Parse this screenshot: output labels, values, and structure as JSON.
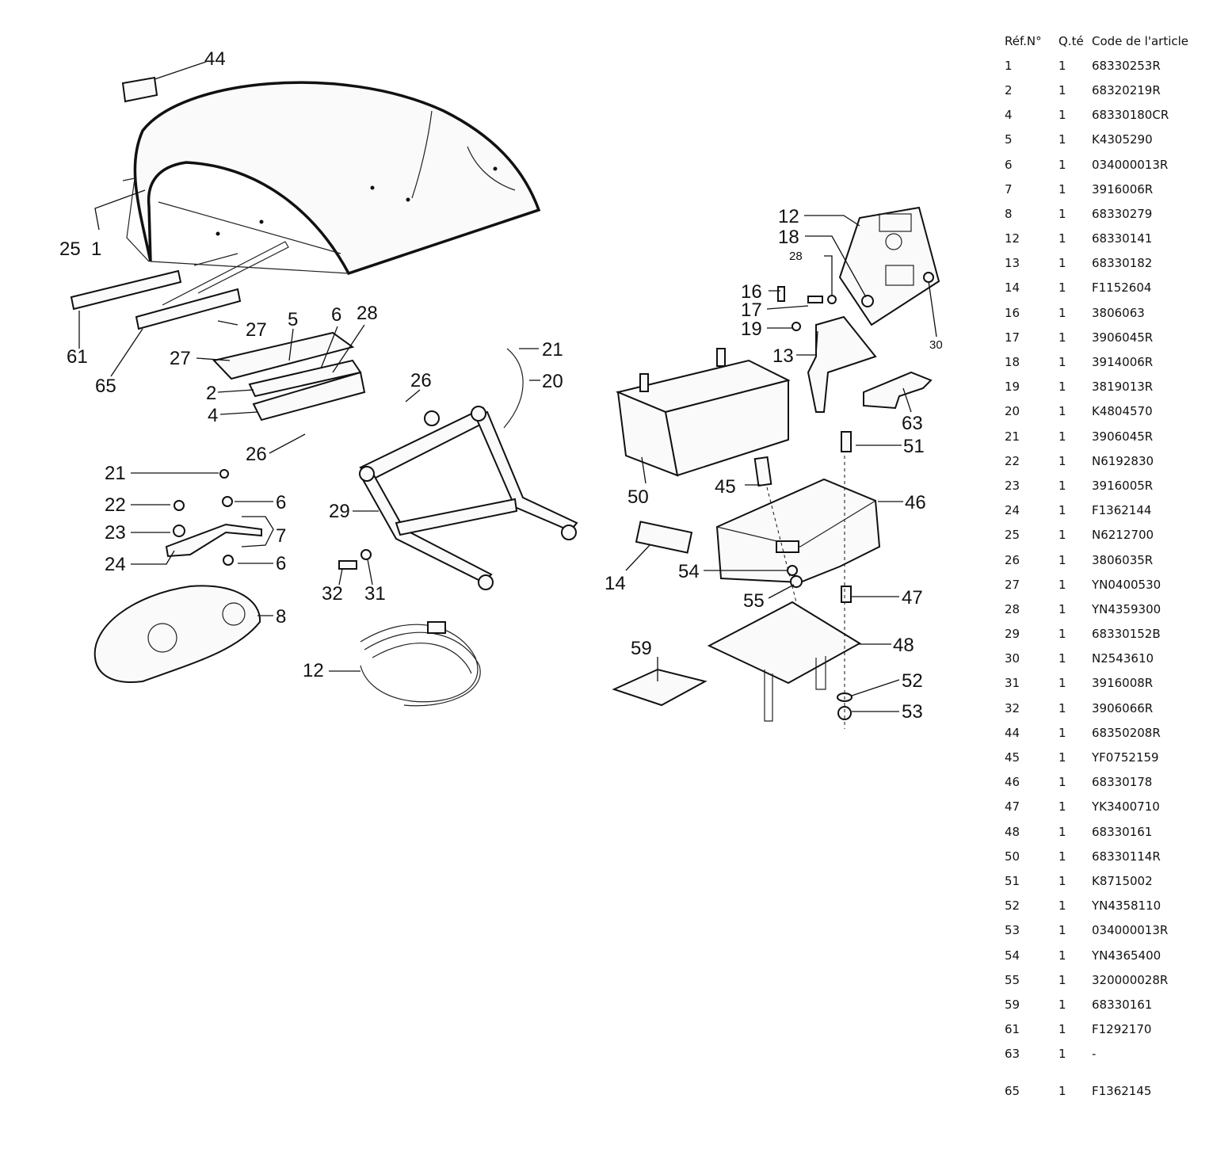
{
  "table": {
    "headers": [
      "Réf.N°",
      "Q.té",
      "Code de l'article"
    ],
    "rows": [
      [
        "1",
        "1",
        "68330253R"
      ],
      [
        "2",
        "1",
        "68320219R"
      ],
      [
        "4",
        "1",
        "68330180CR"
      ],
      [
        "5",
        "1",
        "K4305290"
      ],
      [
        "6",
        "1",
        "034000013R"
      ],
      [
        "7",
        "1",
        "3916006R"
      ],
      [
        "8",
        "1",
        "68330279"
      ],
      [
        "12",
        "1",
        "68330141"
      ],
      [
        "13",
        "1",
        "68330182"
      ],
      [
        "14",
        "1",
        "F1152604"
      ],
      [
        "16",
        "1",
        "3806063"
      ],
      [
        "17",
        "1",
        "3906045R"
      ],
      [
        "18",
        "1",
        "3914006R"
      ],
      [
        "19",
        "1",
        "3819013R"
      ],
      [
        "20",
        "1",
        "K4804570"
      ],
      [
        "21",
        "1",
        "3906045R"
      ],
      [
        "22",
        "1",
        "N6192830"
      ],
      [
        "23",
        "1",
        "3916005R"
      ],
      [
        "24",
        "1",
        "F1362144"
      ],
      [
        "25",
        "1",
        "N6212700"
      ],
      [
        "26",
        "1",
        "3806035R"
      ],
      [
        "27",
        "1",
        "YN0400530"
      ],
      [
        "28",
        "1",
        "YN4359300"
      ],
      [
        "29",
        "1",
        "68330152B"
      ],
      [
        "30",
        "1",
        "N2543610"
      ],
      [
        "31",
        "1",
        "3916008R"
      ],
      [
        "32",
        "1",
        "3906066R"
      ],
      [
        "44",
        "1",
        "68350208R"
      ],
      [
        "45",
        "1",
        "YF0752159"
      ],
      [
        "46",
        "1",
        "68330178"
      ],
      [
        "47",
        "1",
        "YK3400710"
      ],
      [
        "48",
        "1",
        "68330161"
      ],
      [
        "50",
        "1",
        "68330114R"
      ],
      [
        "51",
        "1",
        "K8715002"
      ],
      [
        "52",
        "1",
        "YN4358110"
      ],
      [
        "53",
        "1",
        "034000013R"
      ],
      [
        "54",
        "1",
        "YN4365400"
      ],
      [
        "55",
        "1",
        "320000028R"
      ],
      [
        "59",
        "1",
        "68330161"
      ],
      [
        "61",
        "1",
        "F1292170"
      ],
      [
        "63",
        "1",
        "-"
      ],
      [
        "65",
        "1",
        "F1362145"
      ]
    ]
  },
  "callouts": [
    "44",
    "25",
    "1",
    "61",
    "65",
    "27",
    "5",
    "6",
    "28",
    "2",
    "4",
    "26",
    "21",
    "22",
    "23",
    "24",
    "7",
    "8",
    "29",
    "20",
    "32",
    "31",
    "12",
    "50",
    "45",
    "14",
    "54",
    "55",
    "59",
    "46",
    "47",
    "48",
    "52",
    "53",
    "51",
    "63",
    "13",
    "16",
    "17",
    "19",
    "18",
    "30"
  ]
}
